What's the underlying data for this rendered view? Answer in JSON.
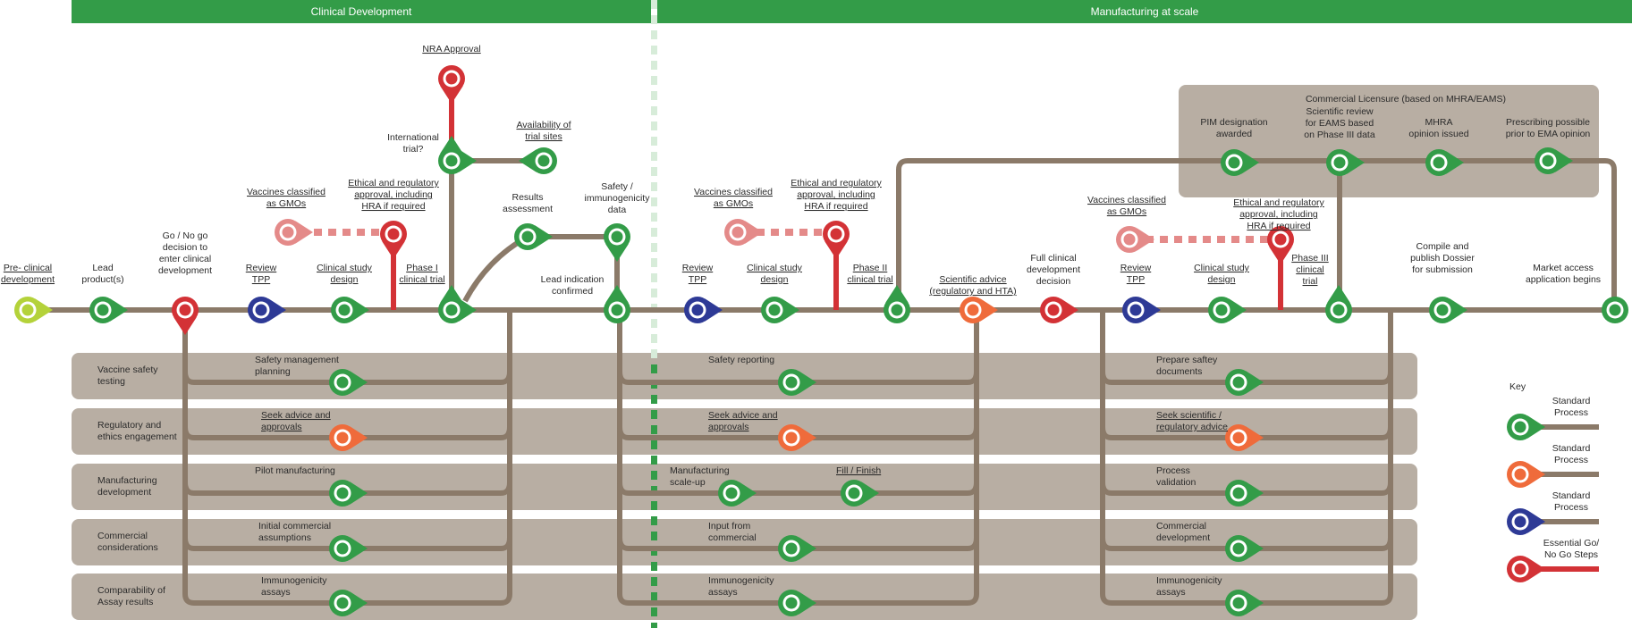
{
  "colors": {
    "header_green": "#339c48",
    "line": "#8b7a69",
    "band": "#b8aea3",
    "standard_green": "#339c48",
    "standard_orange": "#ef6b3b",
    "standard_blue": "#2e3a96",
    "go_nogo_red": "#d33236",
    "light_red": "#e48a89",
    "lime": "#b4d23a",
    "divider": "#d7ecd9",
    "divider_dark": "#339c48"
  },
  "headers": [
    {
      "id": "clinical",
      "label": "Clinical Development"
    },
    {
      "id": "manufacturing",
      "label": "Manufacturing at scale"
    }
  ],
  "bands": [
    {
      "label": [
        "Vaccine safety",
        "testing"
      ]
    },
    {
      "label": [
        "Regulatory and",
        "ethics engagement"
      ]
    },
    {
      "label": [
        "Manufacturing",
        "development"
      ]
    },
    {
      "label": [
        "Commercial",
        "considerations"
      ]
    },
    {
      "label": [
        "Comparability of",
        "Assay results"
      ]
    }
  ],
  "commercial_box": {
    "title": "Commercial Licensure (based on MHRA/EAMS)"
  },
  "main_nodes": [
    {
      "type": "lime",
      "label": [
        "Pre- clinical",
        "development"
      ],
      "underline": true
    },
    {
      "type": "green",
      "label": [
        "Lead",
        "product(s)"
      ],
      "underline": false
    },
    {
      "type": "red",
      "label": [
        "Go / No go",
        "decision to",
        "enter clinical",
        "development"
      ],
      "underline": false
    },
    {
      "type": "blue",
      "label": [
        "Review",
        "TPP"
      ],
      "underline": true
    },
    {
      "type": "green",
      "label": [
        "Clinical study",
        "design"
      ],
      "underline": true
    },
    {
      "type": "green",
      "label": [
        "Phase I",
        "clinical trial"
      ],
      "underline": true
    },
    {
      "type": "green",
      "label": [
        "Lead indication",
        "confirmed"
      ],
      "underline": false
    },
    {
      "type": "blue",
      "label": [
        "Review",
        "TPP"
      ],
      "underline": true
    },
    {
      "type": "green",
      "label": [
        "Clinical study",
        "design"
      ],
      "underline": true
    },
    {
      "type": "green",
      "label": [
        "Phase II",
        "clinical trial"
      ],
      "underline": true
    },
    {
      "type": "orange",
      "label": [
        "Scientific advice",
        "(regulatory and HTA)"
      ],
      "underline": true
    },
    {
      "type": "red",
      "label": [
        "Full clinical",
        "development",
        "decision"
      ],
      "underline": false
    },
    {
      "type": "blue",
      "label": [
        "Review",
        "TPP"
      ],
      "underline": true
    },
    {
      "type": "green",
      "label": [
        "Clinical study",
        "design"
      ],
      "underline": true
    },
    {
      "type": "green",
      "label": [
        "Phase III",
        "clinical",
        "trial"
      ],
      "underline": true
    },
    {
      "type": "green",
      "label": [
        "Compile and",
        "publish Dossier",
        "for submission"
      ],
      "underline": false
    },
    {
      "type": "green",
      "label": [
        "Market access",
        "application begins"
      ],
      "underline": false
    }
  ],
  "branch_nodes": [
    {
      "type": "red",
      "label": [
        "NRA Approval"
      ],
      "underline": true
    },
    {
      "type": "green",
      "label": [
        "International",
        "trial?"
      ],
      "underline": false
    },
    {
      "type": "green",
      "label": [
        "Availability of",
        "trial sites"
      ],
      "underline": true
    },
    {
      "type": "green",
      "label": [
        "Results",
        "assessment"
      ],
      "underline": false
    },
    {
      "type": "green",
      "label": [
        "Safety /",
        "immunogenicity",
        "data"
      ],
      "underline": false
    },
    {
      "type": "light_red",
      "label": [
        "Vaccines classified",
        "as GMOs"
      ],
      "underline": true
    },
    {
      "type": "red",
      "label": [
        "Ethical and regulatory",
        "approval, including",
        "HRA if required"
      ],
      "underline": true
    },
    {
      "type": "light_red",
      "label": [
        "Vaccines classified",
        "as GMOs"
      ],
      "underline": true
    },
    {
      "type": "red",
      "label": [
        "Ethical and regulatory",
        "approval, including",
        "HRA if required"
      ],
      "underline": true
    },
    {
      "type": "light_red",
      "label": [
        "Vaccines classified",
        "as GMOs"
      ],
      "underline": true
    },
    {
      "type": "red",
      "label": [
        "Ethical and regulatory",
        "approval, including",
        "HRA if required"
      ],
      "underline": true
    },
    {
      "type": "green",
      "label": [
        "PIM designation",
        "awarded"
      ],
      "underline": false
    },
    {
      "type": "green",
      "label": [
        "Scientific review",
        "for EAMS based",
        "on Phase III data"
      ],
      "underline": false
    },
    {
      "type": "green",
      "label": [
        "MHRA",
        "opinion issued"
      ],
      "underline": false
    },
    {
      "type": "green",
      "label": [
        "Prescribing possible",
        "prior to EMA opinion"
      ],
      "underline": false
    }
  ],
  "band_nodes": [
    {
      "type": "green",
      "label": [
        "Safety management",
        "planning"
      ],
      "underline": false
    },
    {
      "type": "orange",
      "label": [
        "Seek advice and",
        "approvals"
      ],
      "underline": true
    },
    {
      "type": "green",
      "label": [
        "Pilot manufacturing"
      ],
      "underline": false
    },
    {
      "type": "green",
      "label": [
        "Initial commercial",
        "assumptions"
      ],
      "underline": false
    },
    {
      "type": "green",
      "label": [
        "Immunogenicity",
        "assays"
      ],
      "underline": false
    },
    {
      "type": "green",
      "label": [
        "Safety reporting"
      ],
      "underline": false
    },
    {
      "type": "orange",
      "label": [
        "Seek advice and",
        "approvals"
      ],
      "underline": true
    },
    {
      "type": "green",
      "label": [
        "Manufacturing",
        "scale-up"
      ],
      "underline": false
    },
    {
      "type": "green",
      "label": [
        "Fill / Finish"
      ],
      "underline": true
    },
    {
      "type": "green",
      "label": [
        "Input from",
        "commercial"
      ],
      "underline": false
    },
    {
      "type": "green",
      "label": [
        "Immunogenicity",
        "assays"
      ],
      "underline": false
    },
    {
      "type": "green",
      "label": [
        "Prepare saftey",
        "documents"
      ],
      "underline": false
    },
    {
      "type": "orange",
      "label": [
        "Seek scientific /",
        "regulatory advice"
      ],
      "underline": true
    },
    {
      "type": "green",
      "label": [
        "Process",
        "validation"
      ],
      "underline": false
    },
    {
      "type": "green",
      "label": [
        "Commercial",
        "development"
      ],
      "underline": false
    },
    {
      "type": "green",
      "label": [
        "Immunogenicity",
        "assays"
      ],
      "underline": false
    }
  ],
  "key": {
    "title": "Key",
    "items": [
      {
        "type": "green",
        "label": [
          "Standard",
          "Process"
        ]
      },
      {
        "type": "orange",
        "label": [
          "Standard",
          "Process"
        ]
      },
      {
        "type": "blue",
        "label": [
          "Standard",
          "Process"
        ]
      },
      {
        "type": "red",
        "label": [
          "Essential Go/",
          "No Go Steps"
        ]
      }
    ]
  }
}
